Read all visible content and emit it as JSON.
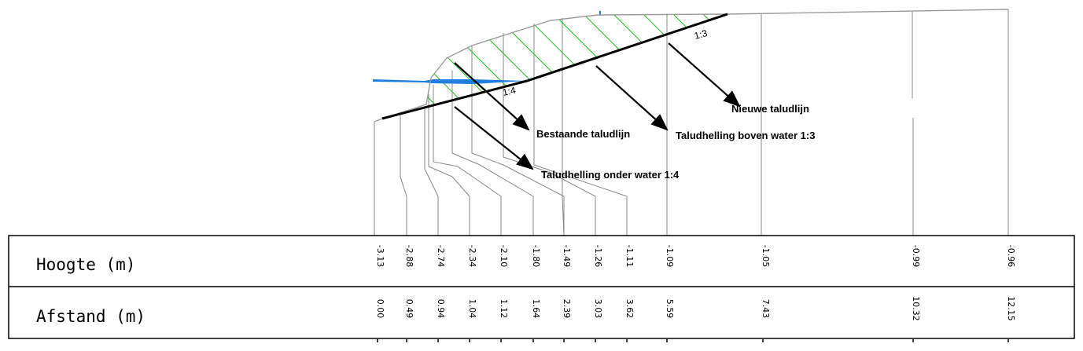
{
  "table": {
    "height_label": "Hoogte (m)",
    "distance_label": "Afstand (m)",
    "heights": [
      "-3.13",
      "-2.88",
      "-2.74",
      "-2.34",
      "-2.10",
      "-1.80",
      "-1.49",
      "-1.26",
      "-1.11",
      "-1.09",
      "-1.05",
      "-0.99",
      "-0.96"
    ],
    "distances": [
      "0.00",
      "0.49",
      "0.94",
      "1.04",
      "1.12",
      "1.64",
      "2.39",
      "3.03",
      "3.62",
      "5.59",
      "7.43",
      "10.32",
      "12.15"
    ]
  },
  "slope_labels": {
    "upper": "1:3",
    "lower": "1:4"
  },
  "callouts": {
    "nieuwe": "Nieuwe taludlijn",
    "bestaande": "Bestaande taludlijn",
    "boven": "Taludhelling boven water 1:3",
    "onder": "Taludhelling onder water 1:4"
  },
  "colors": {
    "existing_profile": "#9a9a9a",
    "new_profile": "#000000",
    "hatch": "#22bb22",
    "water": "#1e7fe0",
    "grid": "#888888"
  }
}
